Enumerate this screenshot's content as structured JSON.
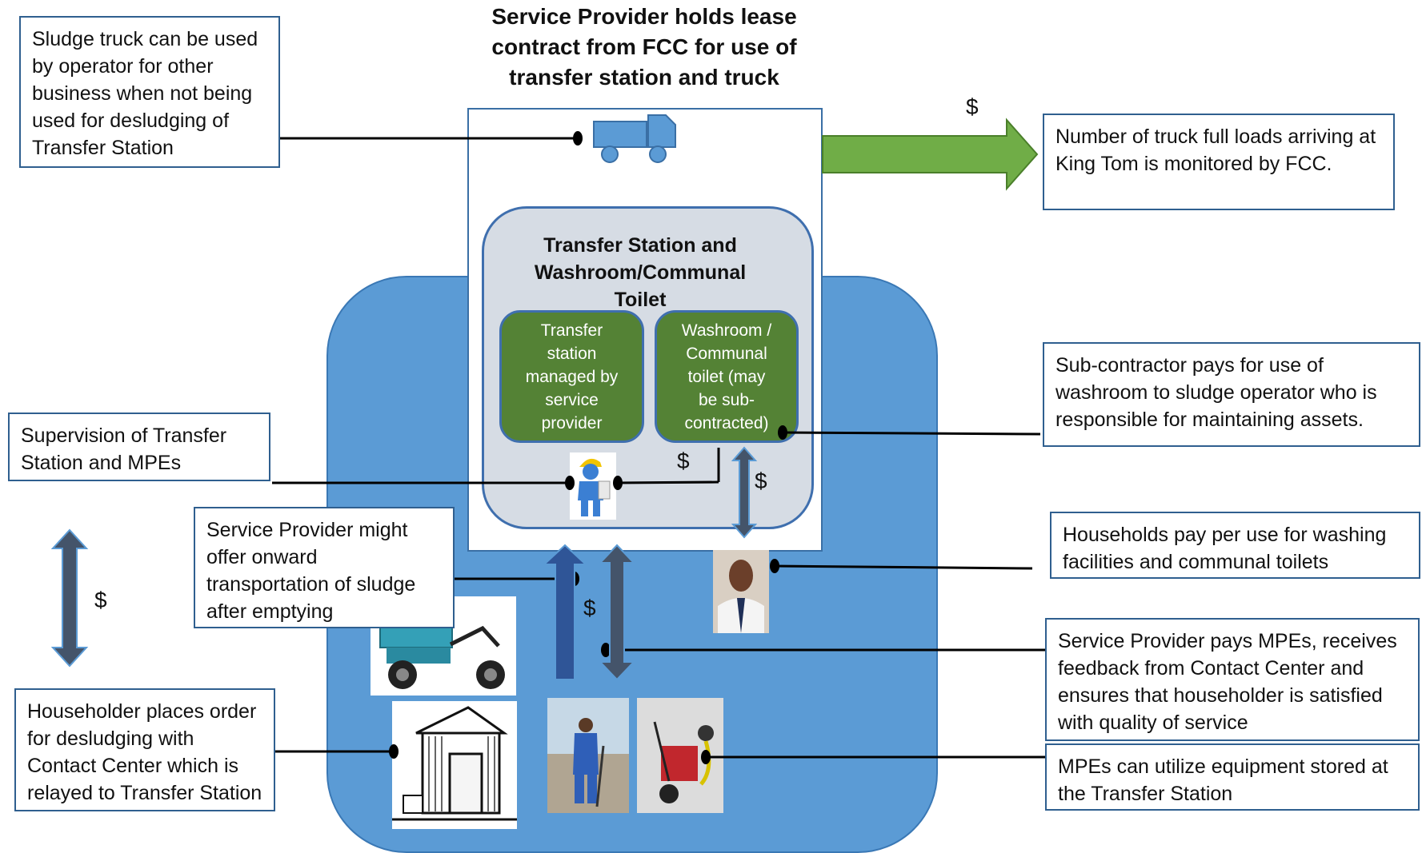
{
  "header": {
    "title_line1": "Service Provider holds lease",
    "title_line2": "contract from FCC for use of",
    "title_line3": "transfer station and truck"
  },
  "station": {
    "title_line1": "Transfer Station and",
    "title_line2": "Washroom/Communal",
    "title_line3": "Toilet",
    "transfer_box": [
      "Transfer",
      "station",
      "managed by",
      "service",
      "provider"
    ],
    "washroom_box": [
      "Washroom /",
      "Communal",
      "toilet (may",
      "be sub-",
      "contracted)"
    ]
  },
  "callouts": {
    "sludge_truck": [
      "Sludge truck can be used",
      "by operator for other",
      "business when not being",
      "used for desludging of",
      "Transfer Station"
    ],
    "truck_loads": [
      "Number of truck full loads arriving at",
      "King Tom is monitored by FCC."
    ],
    "subcontractor": [
      "Sub-contractor pays for use of",
      "washroom to sludge operator who is",
      "responsible for maintaining assets."
    ],
    "supervision": [
      "Supervision of Transfer",
      "Station and MPEs"
    ],
    "onward": [
      "Service Provider might",
      "offer onward",
      "transportation of sludge",
      "after emptying"
    ],
    "households": [
      "Households pay per use for washing",
      "facilities and communal toilets"
    ],
    "pays_mpes": [
      "Service Provider pays MPEs, receives",
      "feedback from Contact Center and",
      "ensures that householder is satisfied",
      "with quality of service"
    ],
    "equipment": [
      "MPEs can utilize equipment stored at",
      "the Transfer Station"
    ],
    "householder": [
      "Householder places order",
      "for desludging with",
      "Contact Center which is",
      "relayed to Transfer Station"
    ]
  },
  "dollar_signs": {
    "top_arrow": "$",
    "supervisor_link": "$",
    "washroom_arrow": "$",
    "left_arrow": "$",
    "mpe_arrow": "$"
  },
  "icons": {
    "truck": "truck-icon",
    "supervisor": "supervisor-icon",
    "tricycle": "tricycle-icon",
    "latrine": "latrine-icon"
  },
  "colors": {
    "big_blue": "#5b9bd5",
    "station_fill": "#d6dce4",
    "green_box": "#548235",
    "arrow_green": "#70ad47",
    "arrow_steel": "#44546a",
    "arrow_blue": "#2f5597",
    "border_blue": "#2f5f8f"
  }
}
